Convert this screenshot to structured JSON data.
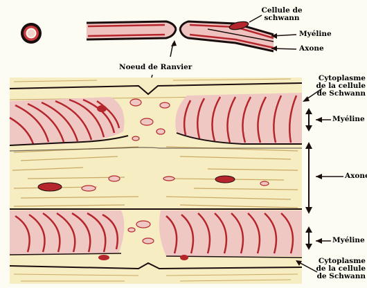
{
  "labels": {
    "schwann_cell": [
      "Cellule de",
      "schwann"
    ],
    "myelin_top": "Myéline",
    "axon_top": "Axone",
    "node_ranvier": "Noeud de Ranvier",
    "cytoplasm_top": [
      "Cytoplasme",
      "de la cellule",
      "de Schwann"
    ],
    "myelin_right_top": "Myéline",
    "axon_right": "Axone",
    "myelin_right_bottom": "Myéline",
    "cytoplasm_bottom": [
      "Cytoplasme",
      "de la cellule",
      "de Schwann"
    ]
  },
  "colors": {
    "background": "#fcfcf2",
    "section_bg": "#f6edc3",
    "myelin_red": "#b5262c",
    "myelin_pink": "#f0c2bf",
    "line_dark": "#1a0d0d",
    "fiber_tan": "#c8a863"
  }
}
